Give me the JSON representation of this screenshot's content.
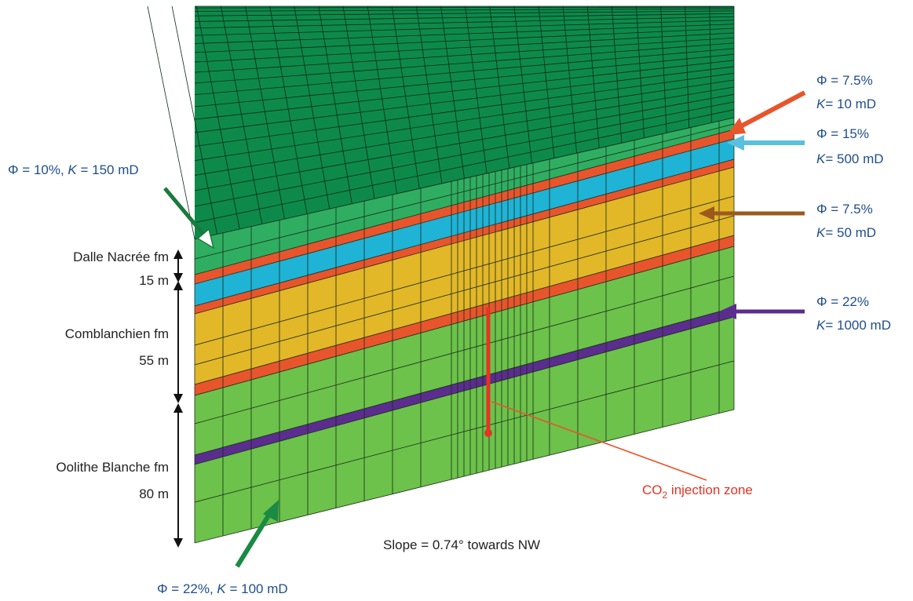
{
  "formations": [
    {
      "name": "Dalle Nacrée fm",
      "thickness": "15 m"
    },
    {
      "name": "Comblanchien fm",
      "thickness": "55 m"
    },
    {
      "name": "Oolithe Blanche fm",
      "thickness": "80 m"
    }
  ],
  "properties": [
    {
      "phi": "Φ = 7.5%",
      "k_sym": "K",
      "k_val": "= 10 mD",
      "color": "#e8552c"
    },
    {
      "phi": "Φ = 15%",
      "k_sym": "K",
      "k_val": "= 500 mD",
      "color": "#5bc0de"
    },
    {
      "phi": "Φ = 7.5%",
      "k_sym": "K",
      "k_val": "= 50 mD",
      "color": "#9a5a1e"
    },
    {
      "phi": "Φ = 22%",
      "k_sym": "K",
      "k_val": "= 1000 mD",
      "color": "#5b2d8e"
    }
  ],
  "top_left_prop": {
    "phi": "Φ = 10%, ",
    "k_sym": "K",
    "k_val": " = 150 mD",
    "color": "#1a7a3e"
  },
  "bottom_prop": {
    "phi": "Φ = 22%, ",
    "k_sym": "K",
    "k_val": " = 100 mD",
    "color": "#1a8a45"
  },
  "injection": {
    "prefix": "CO",
    "sub": "2",
    "suffix": " injection zone",
    "color": "#e63323"
  },
  "slope": "Slope = 0.74° towards NW",
  "layer_colors": {
    "top_surface": "#0d8a4a",
    "dalle": "#2fae62",
    "orange": "#e8552c",
    "cyan": "#1fb3d6",
    "yellow": "#e2b728",
    "oolithe": "#6cc24a",
    "purple": "#5b2d8e"
  }
}
